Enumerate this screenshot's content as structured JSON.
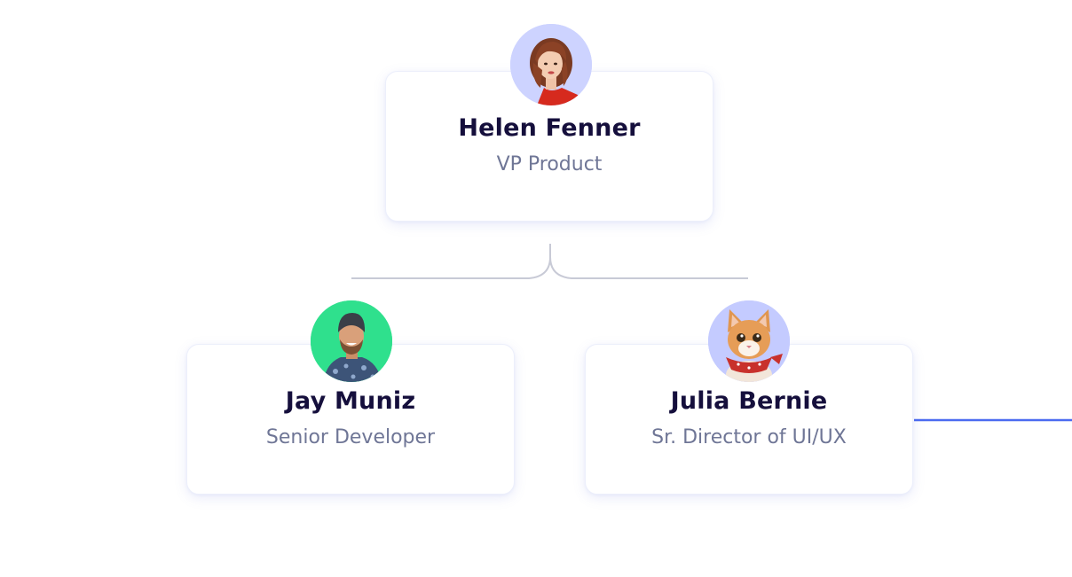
{
  "org_chart": {
    "manager": {
      "name": "Helen Fenner",
      "role": "VP Product",
      "avatar_icon": "woman-portrait-icon",
      "avatar_bg": "#cdd3ff"
    },
    "reports": [
      {
        "name": "Jay Muniz",
        "role": "Senior Developer",
        "avatar_icon": "man-portrait-icon",
        "avatar_bg": "#2fe08d"
      },
      {
        "name": "Julia Bernie",
        "role": "Sr. Director of UI/UX",
        "avatar_icon": "cat-portrait-icon",
        "avatar_bg": "#c4cbff"
      }
    ]
  },
  "colors": {
    "name_text": "#150f3c",
    "role_text": "#6f7696",
    "connector": "#c8cad6",
    "accent_line": "#4b6bf0"
  }
}
